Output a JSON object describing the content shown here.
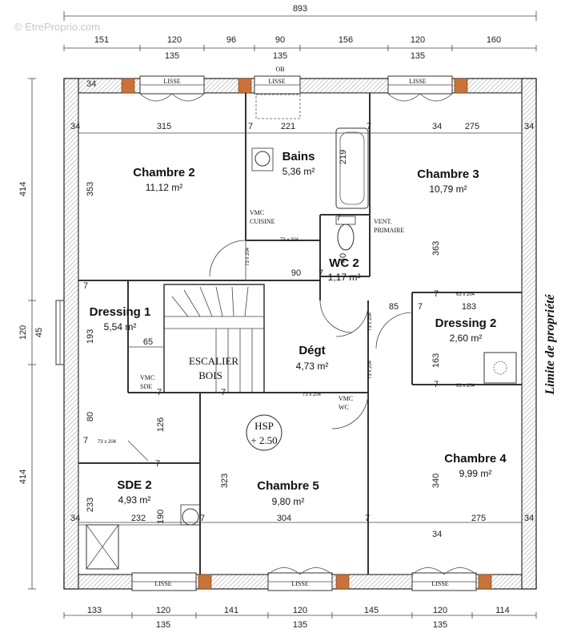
{
  "watermark": "© EtreProprio.com",
  "overall_width": "893",
  "top_dims": [
    "151",
    "120",
    "96",
    "90",
    "156",
    "120",
    "160"
  ],
  "top_sub_dims": [
    "135",
    "135",
    "135"
  ],
  "bottom_dims": [
    "133",
    "120",
    "141",
    "120",
    "145",
    "120",
    "114"
  ],
  "bottom_sub_dims": [
    "135",
    "135",
    "135"
  ],
  "left_dims": [
    "414",
    "120",
    "45",
    "414"
  ],
  "ob_label": "OB",
  "lisse": "LISSE",
  "property_limit": "Limite de propriété",
  "rooms": {
    "chambre2": {
      "name": "Chambre 2",
      "area": "11,12 m²"
    },
    "bains": {
      "name": "Bains",
      "area": "5,36 m²"
    },
    "chambre3": {
      "name": "Chambre 3",
      "area": "10,79 m²"
    },
    "wc2": {
      "name": "WC 2",
      "area": "1,17 m²"
    },
    "dressing1": {
      "name": "Dressing 1",
      "area": "5,54 m²"
    },
    "dressing2": {
      "name": "Dressing 2",
      "area": "2,60 m²"
    },
    "degt": {
      "name": "Dégt",
      "area": "4,73 m²"
    },
    "escalier": {
      "line1": "ESCALIER",
      "line2": "BOIS"
    },
    "sde2": {
      "name": "SDE 2",
      "area": "4,93 m²"
    },
    "chambre5": {
      "name": "Chambre 5",
      "area": "9,80 m²"
    },
    "chambre4": {
      "name": "Chambre 4",
      "area": "9,99 m²"
    }
  },
  "hsp": {
    "line1": "HSP",
    "line2": "+ 2.50"
  },
  "labels": {
    "vmc_cuisine_1": "VMC",
    "vmc_cuisine_2": "CUISINE",
    "vent_1": "VENT.",
    "vent_2": "PRIMAIRE",
    "vmc_sde_1": "VMC",
    "vmc_sde_2": "SDE",
    "vmc_wc_1": "VMC",
    "vmc_wc_2": "WC",
    "door_73x204": "73 x 204",
    "door_63x204": "63 x 204"
  },
  "inner_dims": {
    "d34": "34",
    "d315": "315",
    "d7": "7",
    "d221": "221",
    "d275": "275",
    "d353": "353",
    "d219": "219",
    "d363": "363",
    "d90": "90",
    "d85": "85",
    "d183": "183",
    "d193": "193",
    "d65": "65",
    "d163": "163",
    "d126": "126",
    "d80": "80",
    "d233": "233",
    "d232": "232",
    "d190": "190",
    "d323": "323",
    "d304": "304",
    "d340": "340",
    "d40": "40",
    "d120": "120",
    "d45": "45"
  },
  "colors": {
    "pillar": "#c9733a",
    "wall_hatch": "#9a9a9a"
  }
}
